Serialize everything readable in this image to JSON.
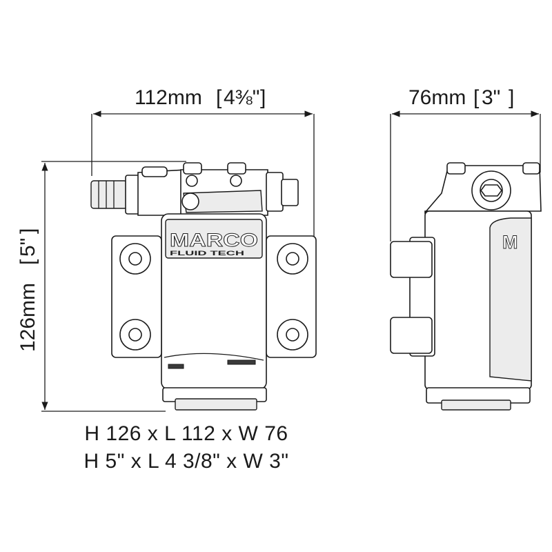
{
  "dimensions": {
    "length": {
      "metric": "112mm",
      "imperial": "4⅜\""
    },
    "width": {
      "metric": "76mm",
      "imperial": "3\""
    },
    "height": {
      "metric": "126mm",
      "imperial": "5\""
    }
  },
  "brand": {
    "logo": "MARCO",
    "sub": "FLUID TECH"
  },
  "summary": {
    "metric": "H 126 x L 112 x W 76",
    "imperial": "H 5\" x L 4 3/8\" x W 3\""
  }
}
